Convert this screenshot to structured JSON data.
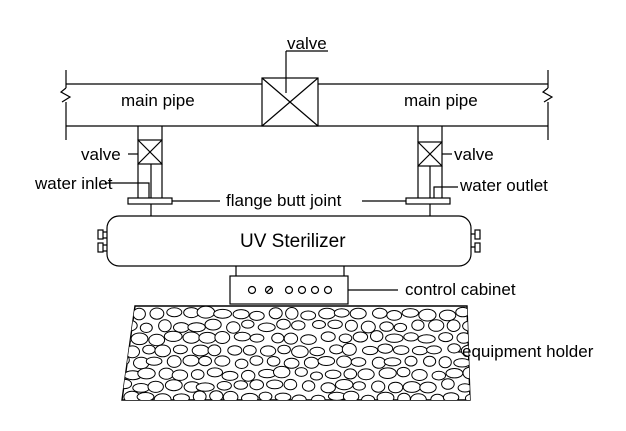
{
  "labels": {
    "valve_top": "valve",
    "main_pipe_left": "main pipe",
    "main_pipe_right": "main pipe",
    "valve_left": "valve",
    "valve_right": "valve",
    "water_inlet": "water inlet",
    "water_outlet": "water outlet",
    "flange_butt_joint": "flange butt joint",
    "uv_sterilizer": "UV Sterilizer",
    "control_cabinet": "control cabinet",
    "equipment_holder": "equipment holder"
  },
  "colors": {
    "line": "#000000",
    "background": "#ffffff"
  }
}
